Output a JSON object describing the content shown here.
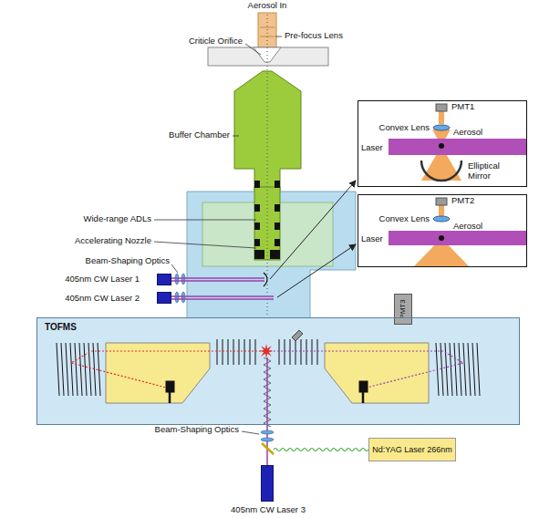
{
  "diagram": {
    "nodes": [
      {
        "text": [
          "PMT1",
          "Convex Lens",
          "Aerosol",
          "Laser",
          "Elliptical Mirror"
        ]
      },
      {
        "text": [
          "PMT2",
          "Convex Lens",
          "Aerosol",
          "Laser"
        ]
      },
      {
        "text": [
          "405nm CW Laser 1"
        ]
      },
      {
        "text": [
          "405nm CW Laser 2"
        ]
      },
      {
        "text": [
          "PMT3"
        ]
      },
      {
        "text": [
          "TOFMS"
        ]
      },
      {
        "text": [
          "Nd:YAG Laser 266nm"
        ]
      },
      {
        "text": [
          "405nm CW Laser 3"
        ]
      }
    ],
    "labels": [
      "Aerosol In",
      "Pre-focus Lens",
      "Criticle Orifice",
      "Buffer Chamber",
      "Wide-range ADLs",
      "Accelerating Nozzle",
      "Beam-Shaping Optics",
      "Beam-Shaping Optics"
    ]
  }
}
